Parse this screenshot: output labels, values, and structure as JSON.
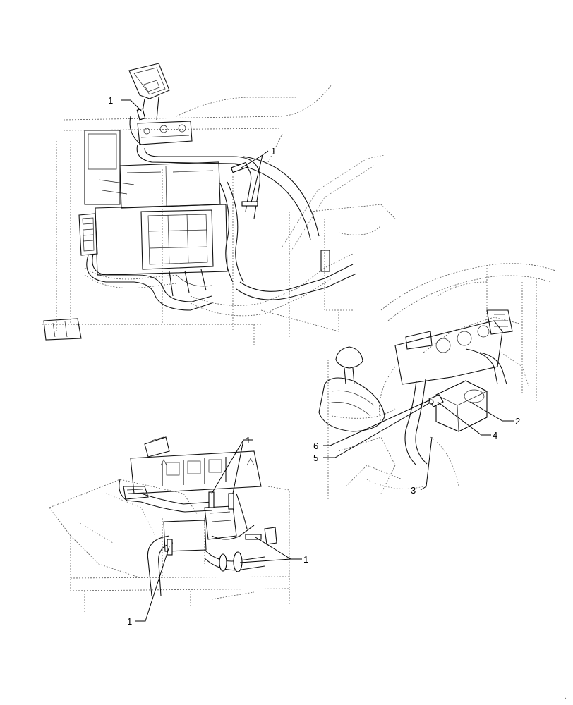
{
  "callouts": {
    "top": [
      "1",
      "1"
    ],
    "right": [
      "2",
      "3",
      "4",
      "5",
      "6"
    ],
    "bottom": [
      "1",
      "1",
      "1"
    ]
  }
}
